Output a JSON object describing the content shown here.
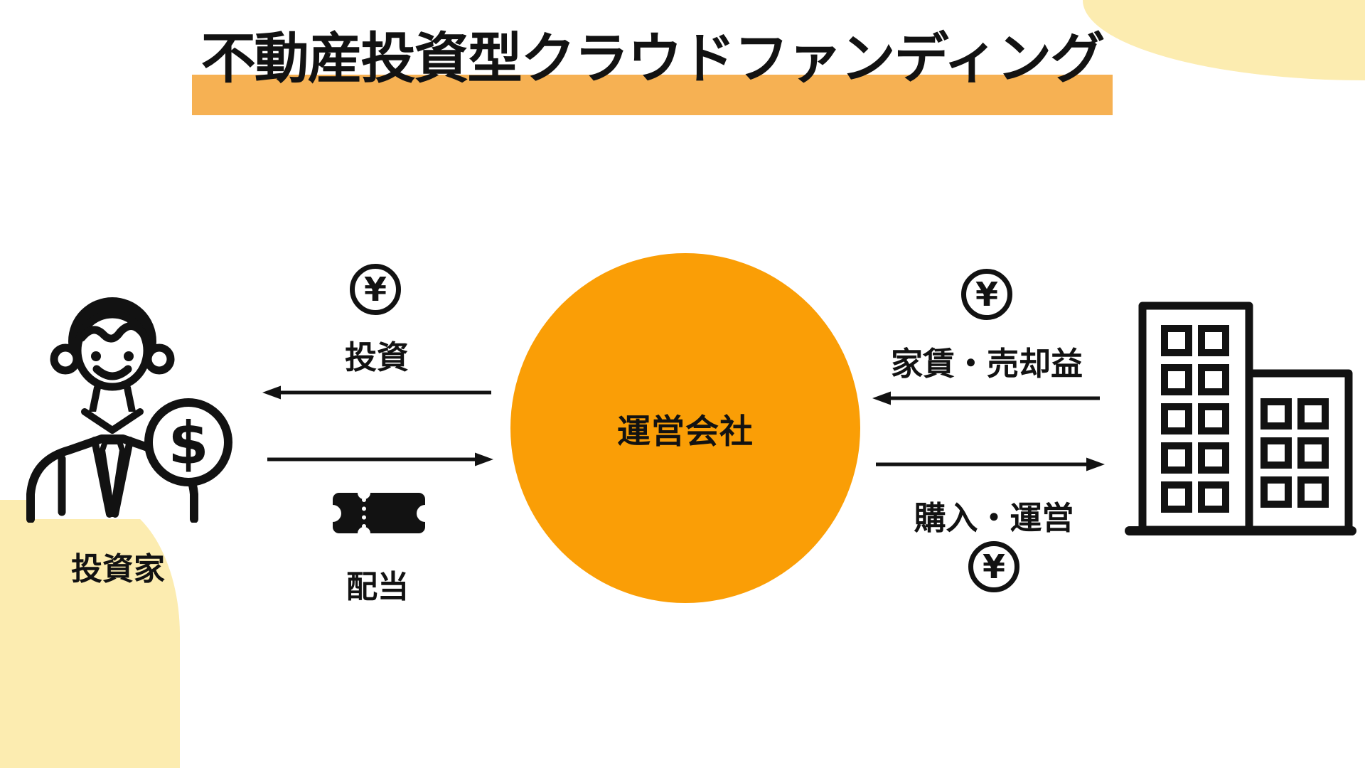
{
  "title": {
    "text": "不動産投資型クラウドファンディング"
  },
  "actors": {
    "investor": {
      "label": "投資家",
      "icon": "investor-person-with-dollar-coin-icon"
    },
    "operator": {
      "label": "運営会社",
      "shape": "orange-circle"
    },
    "property": {
      "icon": "office-buildings-icon"
    }
  },
  "flows": {
    "invest": {
      "label": "投資",
      "icon": "yen-coin-icon",
      "arrow_direction": "toward-investor"
    },
    "dividend": {
      "label": "配当",
      "icon": "ticket-icon",
      "arrow_direction": "toward-operator"
    },
    "rent_sale": {
      "label": "家賃・売却益",
      "icon": "yen-coin-icon",
      "arrow_direction": "toward-operator"
    },
    "purchase_operate": {
      "label": "購入・運営",
      "icon": "yen-coin-icon",
      "arrow_direction": "toward-property"
    }
  },
  "icons": {
    "yen_glyph": "¥",
    "dollar_glyph": "$"
  },
  "colors": {
    "background": "#FFFFFF",
    "ink": "#121212",
    "accent_orange": "#FA9E06",
    "highlight_orange": "#F6B153",
    "cream": "#FCECB0"
  }
}
